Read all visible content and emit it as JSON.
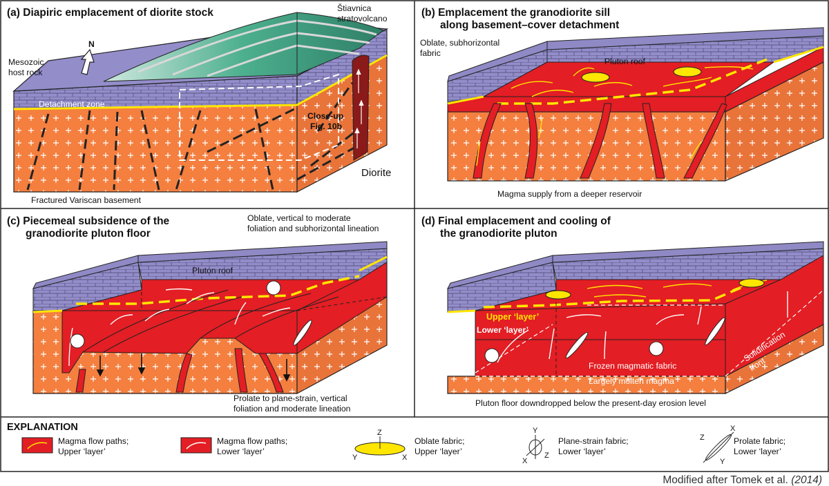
{
  "panels": {
    "a": {
      "title": "(a) Diapiric emplacement of diorite stock",
      "stratovolcano": [
        "Štiavnica",
        "stratovolcano"
      ],
      "host_rock": [
        "Mesozoic",
        "host rock"
      ],
      "north": "N",
      "detachment": "Detachment zone",
      "closeup": [
        "Close-up",
        "Fig. 10b"
      ],
      "diorite": "Diorite",
      "basement": "Fractured Variscan basement"
    },
    "b": {
      "title": [
        "(b) Emplacement the granodiorite sill",
        "along basement–cover detachment"
      ],
      "fabric": [
        "Oblate, subhorizontal",
        "fabric"
      ],
      "roof": "Pluton roof",
      "supply": "Magma supply from a deeper reservoir"
    },
    "c": {
      "title": [
        "(c) Piecemeal subsidence of the",
        "granodiorite pluton floor"
      ],
      "oblate": [
        "Oblate, vertical to moderate",
        "foliation and subhorizontal lineation"
      ],
      "roof": "Pluton roof",
      "prolate": [
        "Prolate to plane-strain, vertical",
        "foliation and moderate lineation"
      ]
    },
    "d": {
      "title": [
        "(d) Final emplacement and cooling of",
        "the granodiorite pluton"
      ],
      "upper": "Upper ‘layer’",
      "lower": "Lower ‘layer’",
      "frozen": "Frozen magmatic fabric",
      "molten": "Largely molten magma",
      "solidification": [
        "Solidification",
        "front"
      ],
      "floor": "Pluton floor downdropped below the present-day erosion level"
    }
  },
  "explanation": {
    "title": "EXPLANATION",
    "items": [
      {
        "label": [
          "Magma flow paths;",
          "Upper ‘layer’"
        ]
      },
      {
        "label": [
          "Magma flow paths;",
          "Lower ‘layer’"
        ]
      },
      {
        "label": [
          "Oblate fabric;",
          "Upper ‘layer’"
        ],
        "axes": [
          "Z",
          "Y",
          "X"
        ]
      },
      {
        "label": [
          "Plane-strain fabric;",
          "Lower ‘layer’"
        ],
        "axes": [
          "Y",
          "X",
          "Z"
        ]
      },
      {
        "label": [
          "Prolate fabric;",
          "Lower ‘layer’"
        ],
        "axes": [
          "X",
          "Z",
          "Y"
        ]
      }
    ]
  },
  "credit": {
    "text": "Modified after Tomek et al. ",
    "year": "(2014)"
  },
  "colors": {
    "orange": "#f47f3f",
    "purple": "#8e87c7",
    "red": "#e31e24",
    "yellow": "#ffe600",
    "green": "#3f9f82",
    "diorite": "#8b1a1a"
  }
}
